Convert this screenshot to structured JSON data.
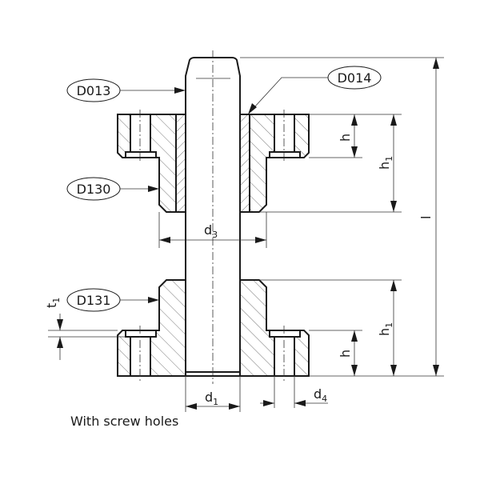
{
  "labels": {
    "d013": "D013",
    "d014": "D014",
    "d130": "D130",
    "d131": "D131"
  },
  "dimensions": {
    "h_upper": "h",
    "h1_upper": "h",
    "h1_upper_sub": "1",
    "h_lower": "h",
    "h1_lower": "h",
    "h1_lower_sub": "1",
    "l": "l",
    "d3": "d",
    "d3_sub": "3",
    "d1": "d",
    "d1_sub": "1",
    "d4": "d",
    "d4_sub": "4",
    "t1": "t",
    "t1_sub": "1"
  },
  "caption": "With screw holes"
}
